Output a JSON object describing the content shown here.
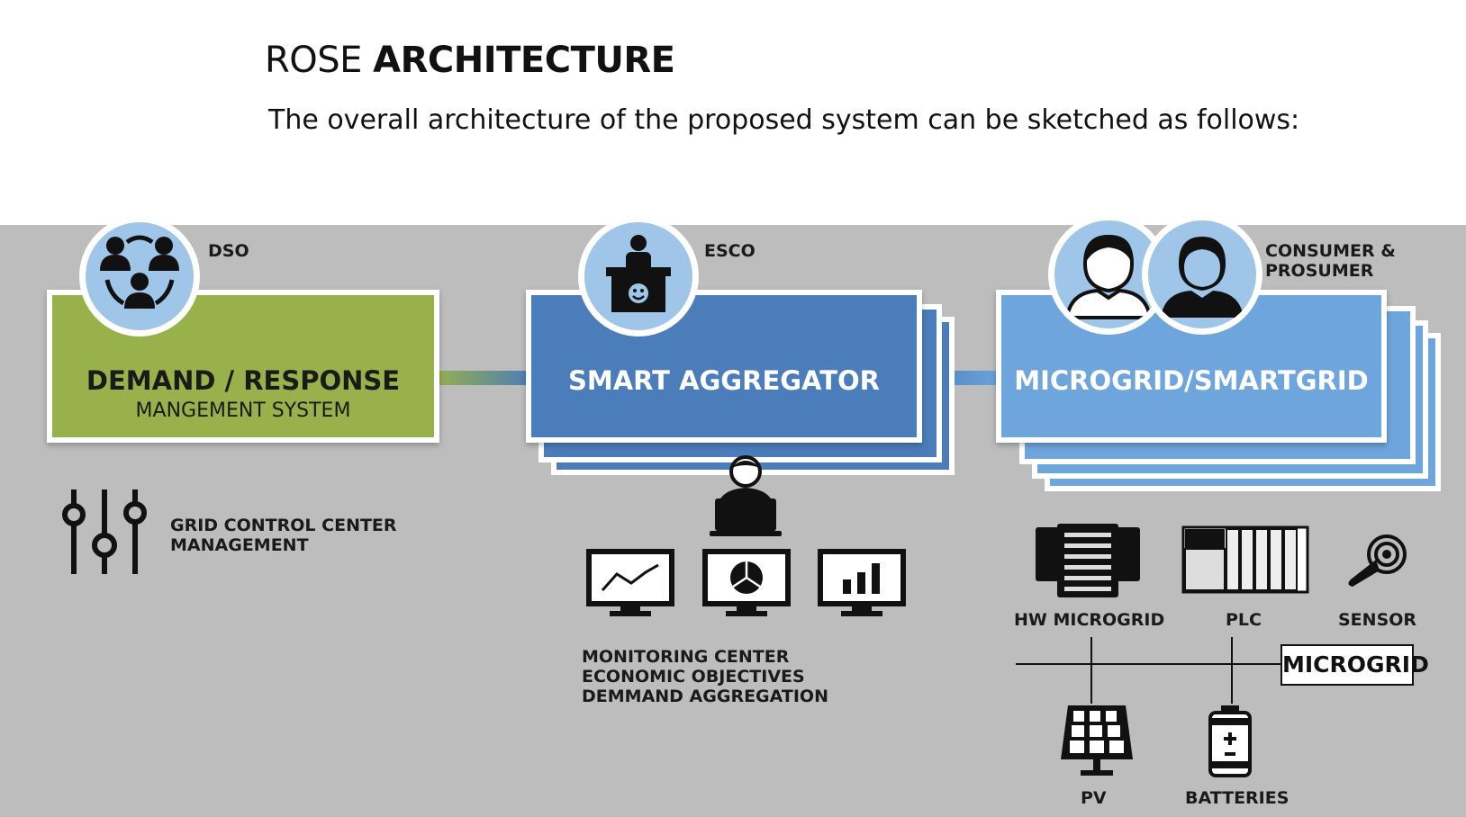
{
  "header": {
    "title_light": "ROSE",
    "title_bold": "ARCHITECTURE",
    "subtitle": "The overall architecture of the proposed system can be sketched as follows:"
  },
  "dso": {
    "role": "DSO",
    "box_title": "DEMAND / RESPONSE",
    "box_subtitle": "MANGEMENT SYSTEM",
    "control_label_1": "GRID CONTROL CENTER",
    "control_label_2": "MANAGEMENT"
  },
  "esco": {
    "role": "ESCO",
    "box_title": "SMART AGGREGATOR",
    "monitor_label_1": "MONITORING CENTER",
    "monitor_label_2": "ECONOMIC OBJECTIVES",
    "monitor_label_3": "DEMMAND AGGREGATION"
  },
  "consumer": {
    "role_1": "CONSUMER &",
    "role_2": "PROSUMER",
    "box_title": "MICROGRID/SMARTGRID"
  },
  "microgrid": {
    "hw": "HW MICROGRID",
    "plc": "PLC",
    "sensor": "SENSOR",
    "bus_label": "MICROGRID",
    "pv": "PV",
    "batteries": "BATTERIES"
  },
  "colors": {
    "green": "#99b14a",
    "blue_dark": "#4a7db9",
    "blue_light": "#6fa5dd",
    "circle": "#9fc5e8",
    "panel": "#bdbdbd"
  }
}
